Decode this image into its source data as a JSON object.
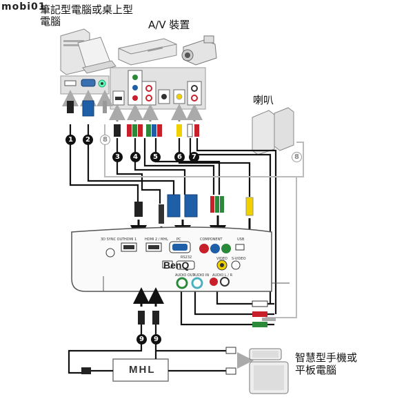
{
  "labels": {
    "computer": "筆記型電腦或桌上型\n電腦",
    "av": "A/V 裝置",
    "speaker": "喇叭",
    "phone": "智慧型手機或\n平板電腦"
  },
  "brand": "BenQ",
  "mhl": "MHL",
  "watermark": "mobi01",
  "cable_numbers": [
    "1",
    "2",
    "8",
    "3",
    "4",
    "5",
    "6",
    "7",
    "8",
    "9",
    "9"
  ],
  "port_labels": {
    "d3d_sync": "3D SYNC OUT",
    "hdmi1": "HDMI 1",
    "hdmi2": "HDMI 2 / MHL",
    "pc": "PC",
    "component": "COMPONENT",
    "usb": "USB",
    "rs232": "RS232",
    "video": "VIDEO",
    "s_video": "S-VIDEO",
    "audio_in": "AUDIO IN",
    "audio_out": "AUDIO OUT",
    "audio_lr": "AUDIO L / R"
  },
  "colors": {
    "cable": "#111111",
    "cable_gray": "#bbbbbb",
    "vga_blue": "#1f5fa8",
    "red": "#c8202a",
    "green": "#2a8a3a",
    "yellow": "#f0d000",
    "device": "#e8e8e8"
  }
}
